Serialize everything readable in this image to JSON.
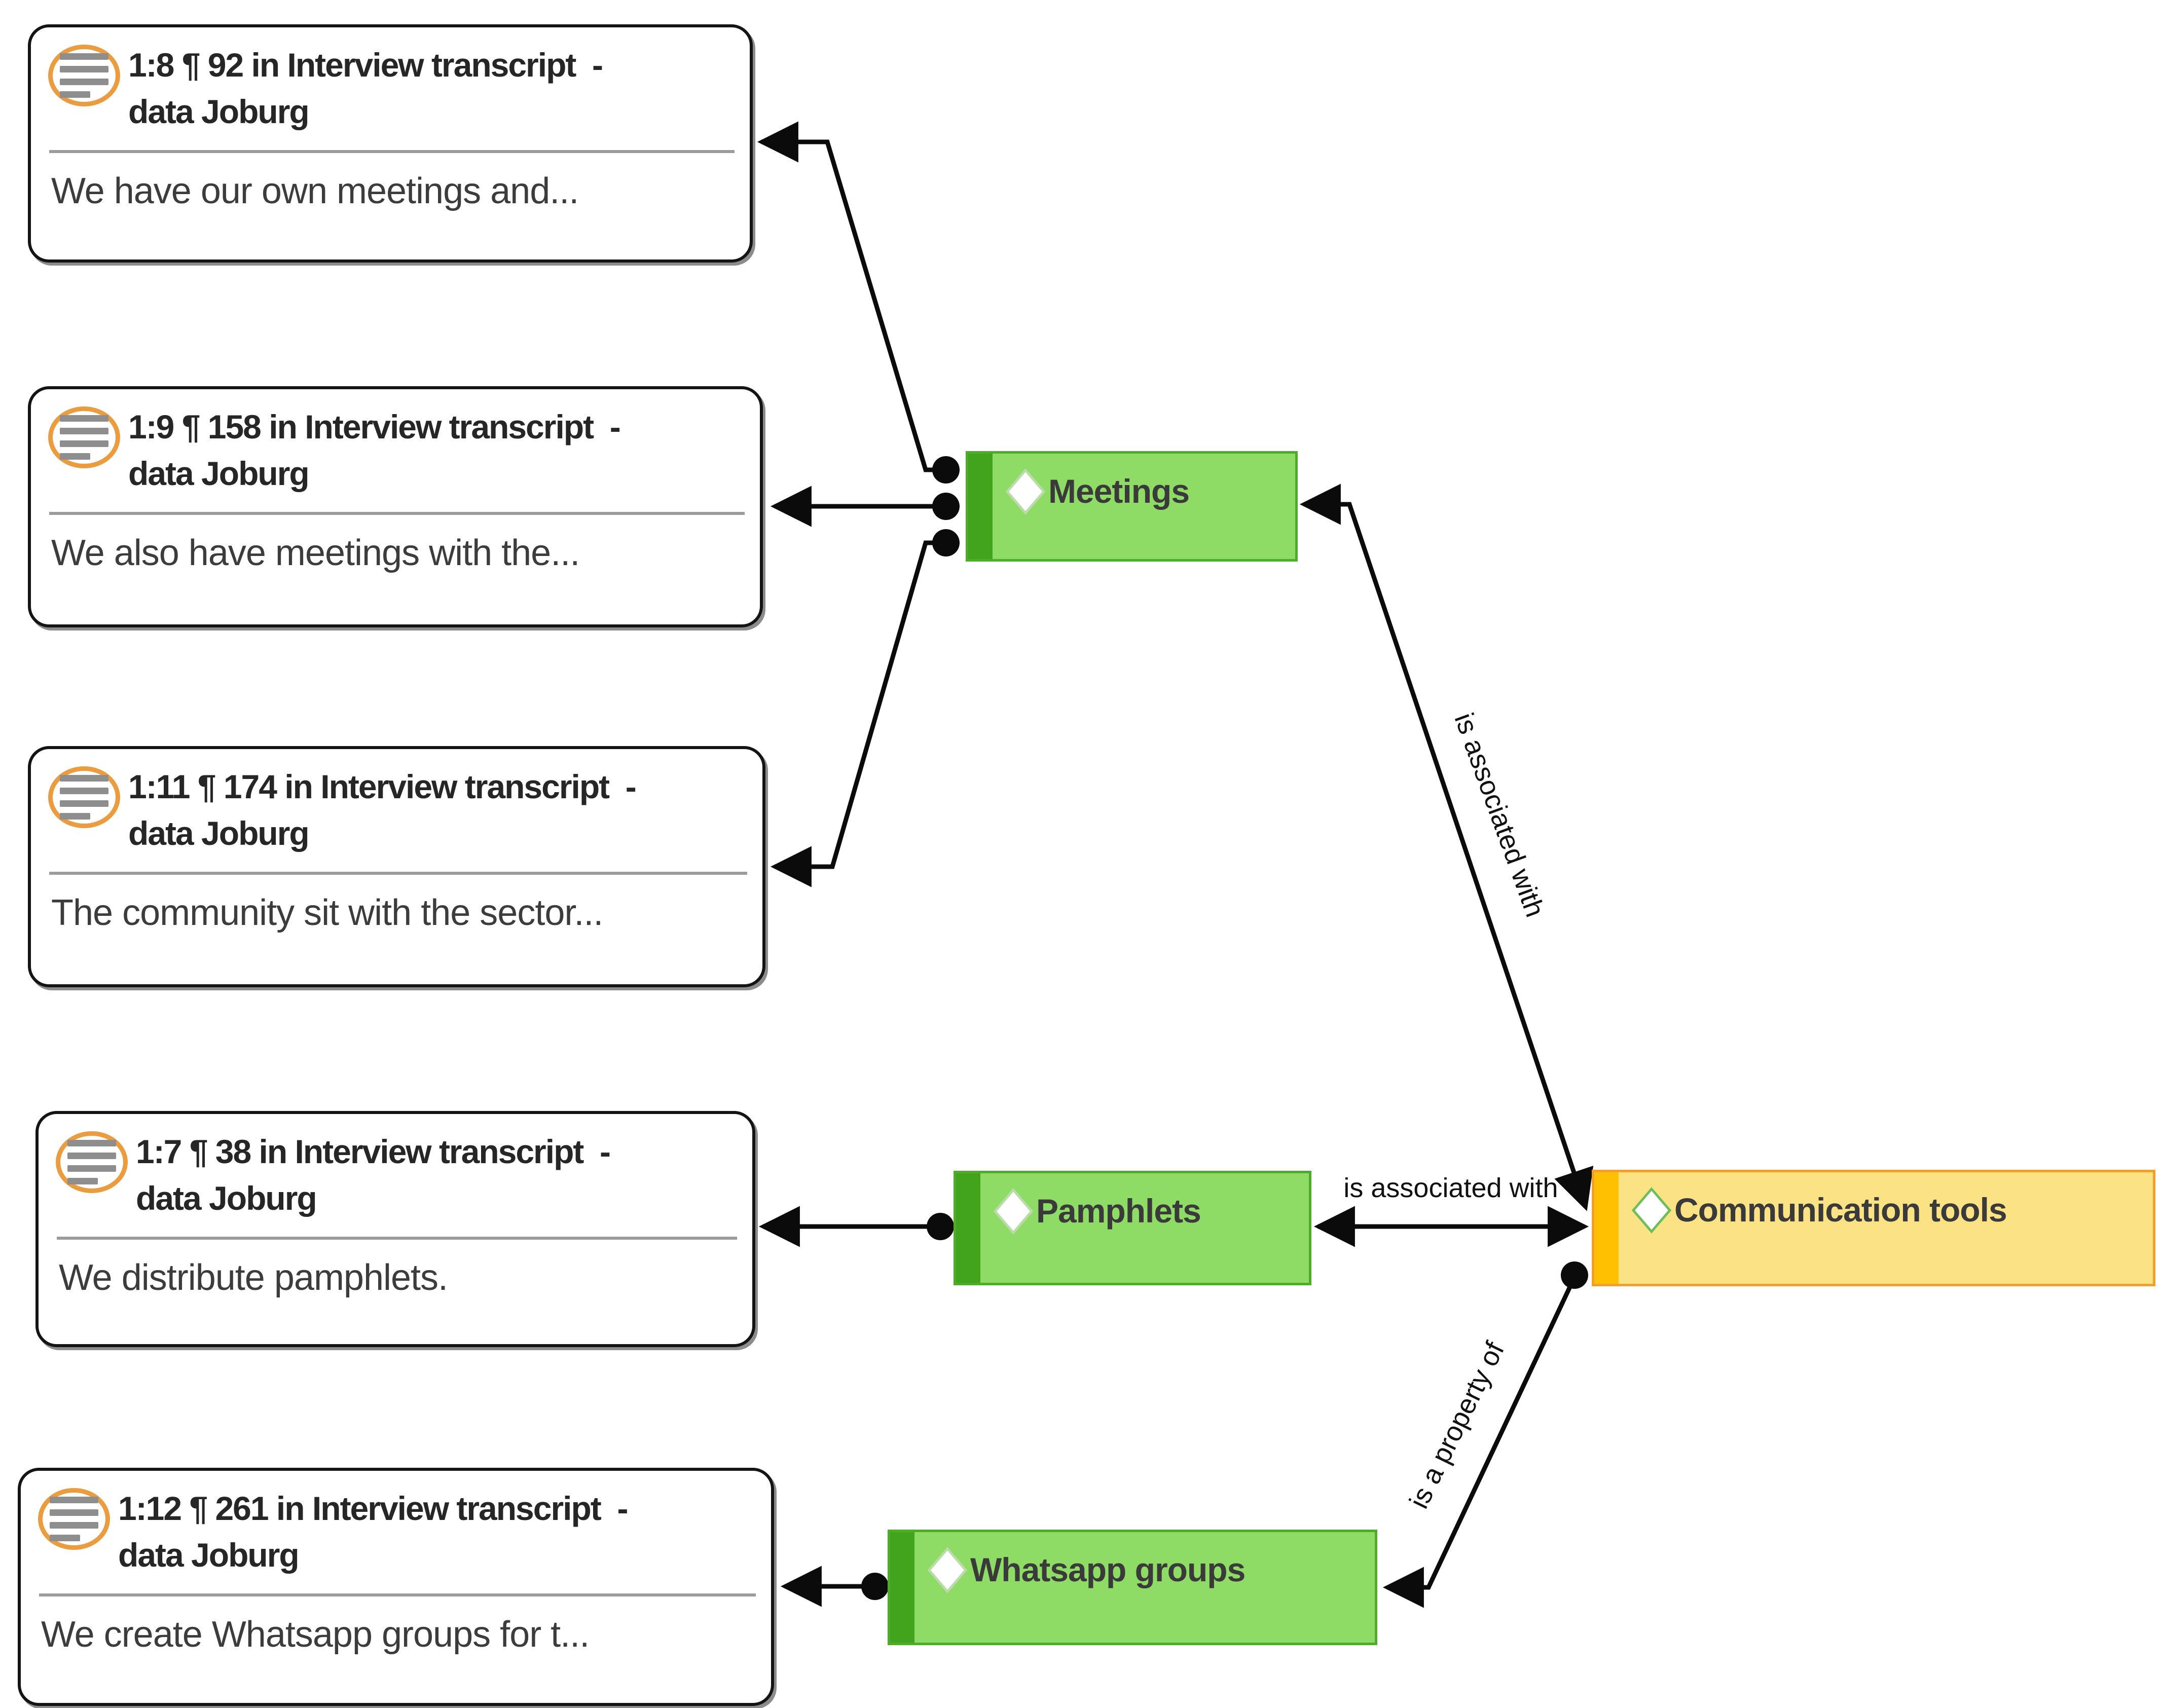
{
  "quotations": [
    {
      "ref_line1": "1:8 ¶ 92 in Interview transcript  -",
      "ref_line2": "data Joburg",
      "preview": "We have our own meetings and..."
    },
    {
      "ref_line1": "1:9 ¶ 158 in Interview transcript  -",
      "ref_line2": "data Joburg",
      "preview": "We also have meetings with the..."
    },
    {
      "ref_line1": "1:11 ¶ 174 in Interview transcript  -",
      "ref_line2": "data Joburg",
      "preview": "The community sit with the sector..."
    },
    {
      "ref_line1": "1:7 ¶ 38 in Interview transcript  -",
      "ref_line2": "data Joburg",
      "preview": "We distribute pamphlets."
    },
    {
      "ref_line1": "1:12 ¶ 261 in Interview transcript  -",
      "ref_line2": "data Joburg",
      "preview": "We create Whatsapp groups for t..."
    }
  ],
  "codes": [
    {
      "label": "Meetings"
    },
    {
      "label": "Pamphlets"
    },
    {
      "label": "Whatsapp groups"
    },
    {
      "label": "Communication tools"
    }
  ],
  "relations": [
    {
      "label": "is associated with"
    },
    {
      "label": "is associated with"
    },
    {
      "label": "is a property of"
    }
  ],
  "colors": {
    "code_green_body": "#8EDC66",
    "code_green_stripe": "#42A41D",
    "code_green_border": "#4FAC29",
    "code_yellow_body": "#FBE385",
    "code_yellow_stripe": "#FFC001",
    "code_yellow_border": "#EFA02F",
    "quotation_icon_ring": "#EA9C3E",
    "edge_color": "#0B0B0B",
    "separator_gray": "#9C9C9C"
  }
}
